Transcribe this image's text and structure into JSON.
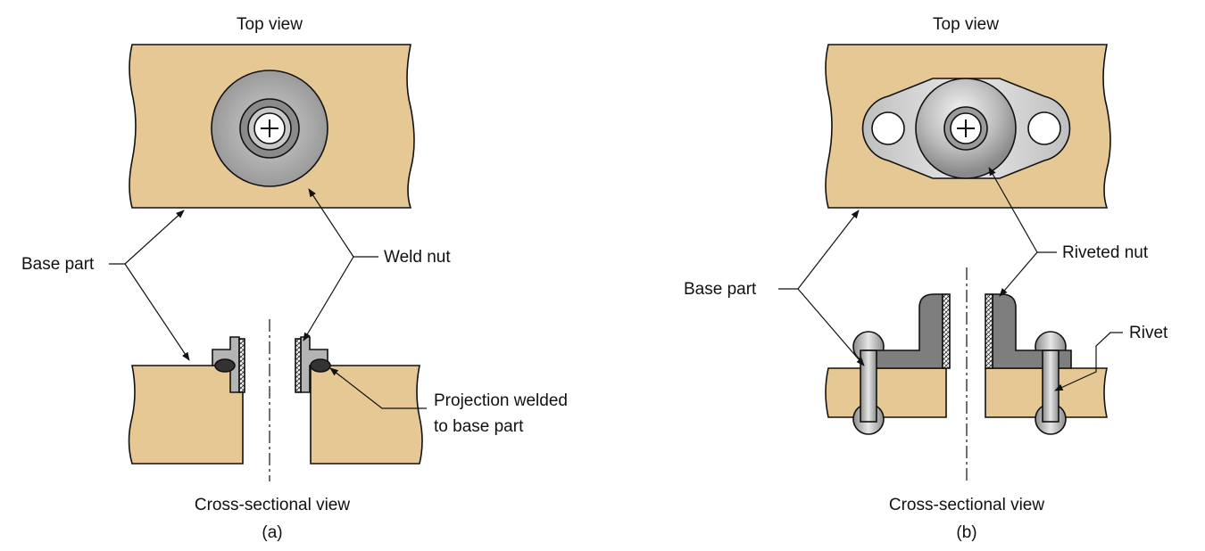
{
  "panel_a": {
    "top_view_label": "Top view",
    "base_part_label": "Base part",
    "weld_nut_label": "Weld nut",
    "projection_label_line1": "Projection welded",
    "projection_label_line2": "to base part",
    "section_label": "Cross-sectional view",
    "caption": "(a)"
  },
  "panel_b": {
    "top_view_label": "Top view",
    "base_part_label": "Base part",
    "riveted_nut_label": "Riveted nut",
    "rivet_label": "Rivet",
    "section_label": "Cross-sectional view",
    "caption": "(b)"
  },
  "colors": {
    "base_part": "#e6c894",
    "nut_gray": "#a8a8a8",
    "nut_dark": "#7a7a7a",
    "thread_hatch": "#ffffff"
  }
}
